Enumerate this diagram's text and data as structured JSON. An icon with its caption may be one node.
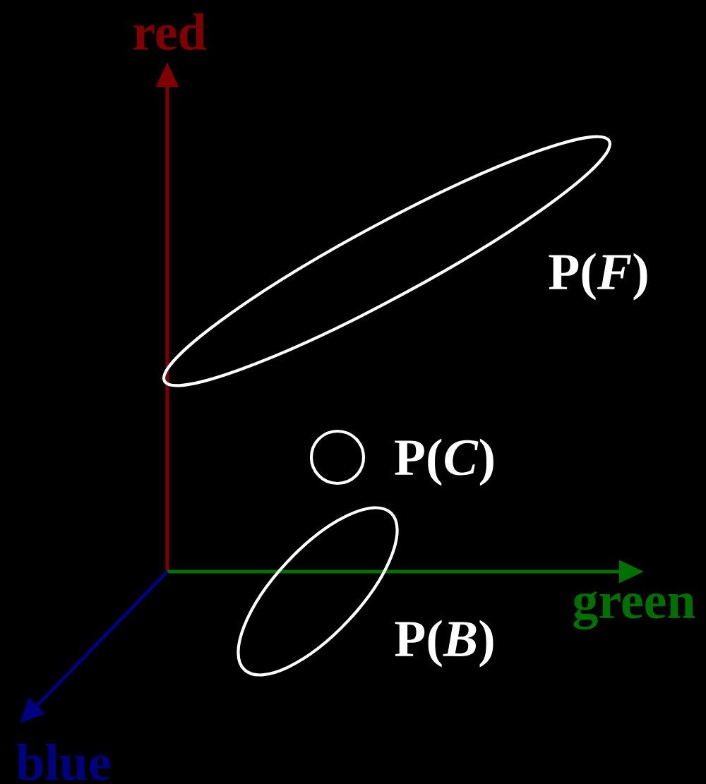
{
  "diagram": {
    "nodes": [
      {
        "text": [],
        "shape": "ellipse",
        "beside": [
          "P(*F*)"
        ]
      },
      {
        "text": [],
        "shape": "circle",
        "beside": [
          "P(*C*)"
        ]
      },
      {
        "text": [],
        "shape": "ellipse",
        "beside": [
          "P(*B*)"
        ]
      }
    ],
    "labels": [
      "red",
      "green",
      "blue"
    ]
  }
}
